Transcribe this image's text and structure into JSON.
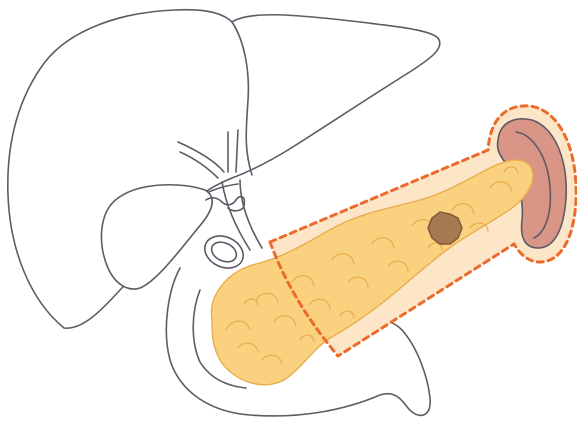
{
  "colors": {
    "background": "#ffffff",
    "organ_outline": "#5e5a66",
    "pancreas_fill": "#fad27f",
    "pancreas_lobule_line": "#e9ad4e",
    "resection_zone_fill": "#fde6c8",
    "resection_dashed_line": "#ec6a2a",
    "spleen_fill": "#d99586",
    "spleen_inner": "#c27a6c",
    "spleen_outline": "#5e5a66",
    "tumor_fill": "#a57a52",
    "tumor_outline": "#7c5536"
  },
  "organs": [
    {
      "name": "liver",
      "icon": "liver-outline"
    },
    {
      "name": "gallbladder",
      "icon": "gallbladder-outline"
    },
    {
      "name": "bile-duct",
      "icon": "bile-duct-outline"
    },
    {
      "name": "stomach-duodenum",
      "icon": "duodenum-outline"
    },
    {
      "name": "pancreas",
      "icon": "pancreas-lobulated"
    },
    {
      "name": "spleen",
      "icon": "spleen-filled"
    },
    {
      "name": "tumor",
      "icon": "tumor-mass"
    }
  ],
  "resection_region": {
    "style": "dashed",
    "covers": [
      "pancreas-body",
      "pancreas-tail",
      "spleen"
    ]
  }
}
